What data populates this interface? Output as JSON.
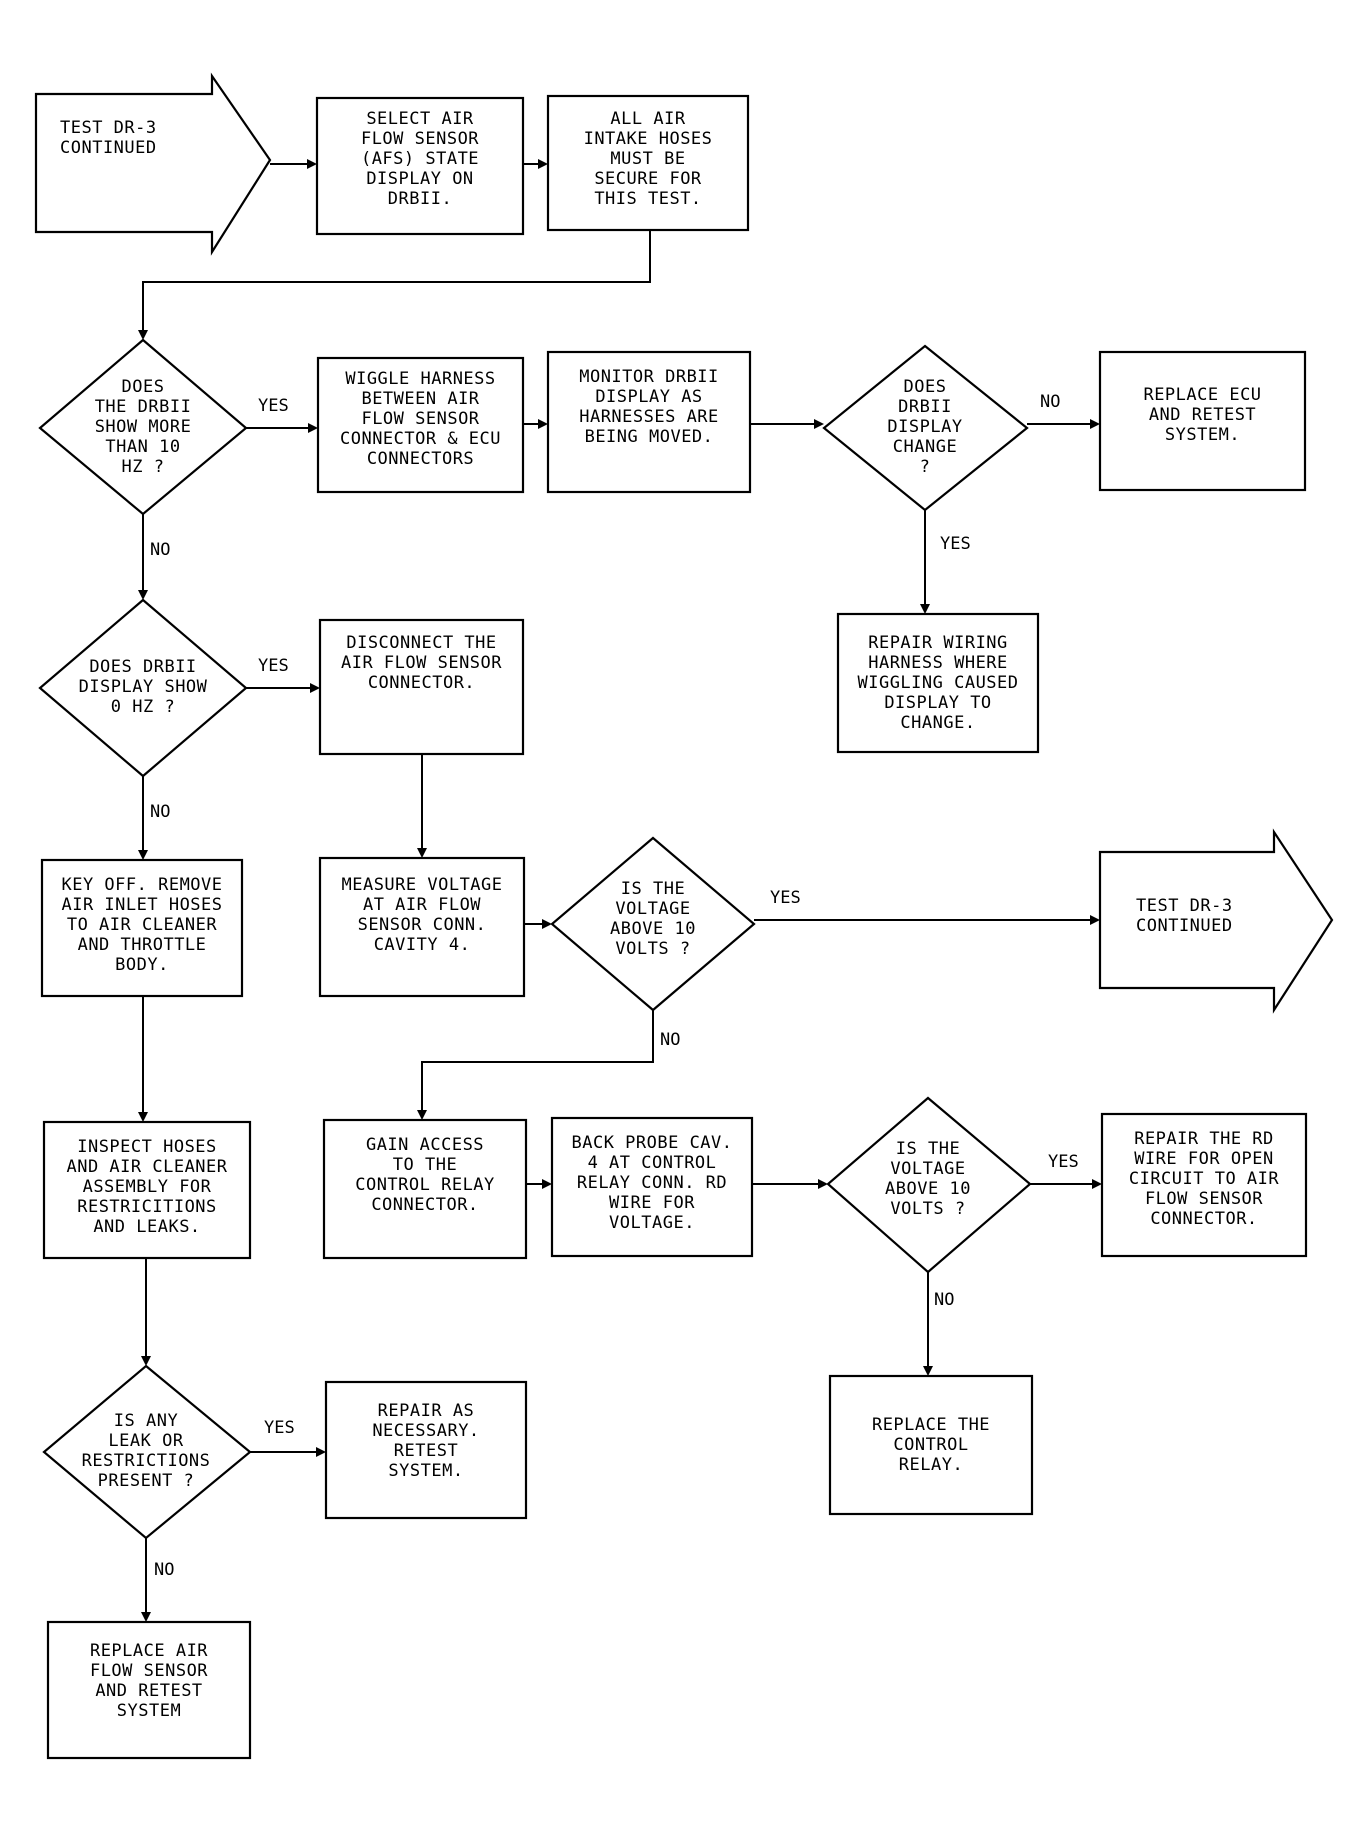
{
  "nodes": {
    "start": "TEST DR-3\nCONTINUED",
    "select_afs": "SELECT AIR\nFLOW SENSOR\n(AFS) STATE\nDISPLAY ON\nDRBII.",
    "hoses_secure": "ALL AIR\nINTAKE HOSES\nMUST BE\nSECURE FOR\nTHIS TEST.",
    "q_more_10hz": "DOES\nTHE DRBII\nSHOW MORE\nTHAN 10\nHZ ?",
    "wiggle": "WIGGLE HARNESS\nBETWEEN AIR\nFLOW SENSOR\nCONNECTOR & ECU\nCONNECTORS",
    "monitor": "MONITOR DRBII\nDISPLAY AS\nHARNESSES ARE\nBEING MOVED.",
    "q_display_change": "DOES\nDRBII\nDISPLAY\nCHANGE\n?",
    "replace_ecu": "REPLACE ECU\nAND RETEST\nSYSTEM.",
    "repair_wiring": "REPAIR WIRING\nHARNESS WHERE\nWIGGLING CAUSED\nDISPLAY TO\nCHANGE.",
    "q_0hz": "DOES DRBII\nDISPLAY SHOW\n0 HZ ?",
    "disconnect": "DISCONNECT THE\nAIR FLOW SENSOR\nCONNECTOR.",
    "key_off": "KEY OFF. REMOVE\nAIR INLET HOSES\nTO AIR CLEANER\nAND THROTTLE\nBODY.",
    "measure_voltage": "MEASURE VOLTAGE\nAT AIR FLOW\nSENSOR CONN.\nCAVITY 4.",
    "q_voltage_1": "IS THE\nVOLTAGE\nABOVE 10\nVOLTS ?",
    "continued_right": "TEST DR-3\nCONTINUED",
    "inspect": "INSPECT HOSES\nAND AIR CLEANER\nASSEMBLY FOR\nRESTRICITIONS\nAND LEAKS.",
    "gain_access": "GAIN ACCESS\nTO THE\nCONTROL RELAY\nCONNECTOR.",
    "back_probe": "BACK PROBE CAV.\n4 AT CONTROL\nRELAY CONN. RD\nWIRE FOR\nVOLTAGE.",
    "q_voltage_2": "IS THE\nVOLTAGE\nABOVE 10\nVOLTS ?",
    "repair_rd": "REPAIR THE RD\nWIRE FOR OPEN\nCIRCUIT TO AIR\nFLOW SENSOR\nCONNECTOR.",
    "replace_relay": "REPLACE THE\nCONTROL\nRELAY.",
    "q_leak": "IS ANY\nLEAK OR\nRESTRICTIONS\nPRESENT ?",
    "repair_necessary": "REPAIR AS\nNECESSARY.\nRETEST\nSYSTEM.",
    "replace_afs": "REPLACE AIR\nFLOW SENSOR\nAND RETEST\nSYSTEM"
  },
  "edge_labels": {
    "yes": "YES",
    "no": "NO"
  }
}
